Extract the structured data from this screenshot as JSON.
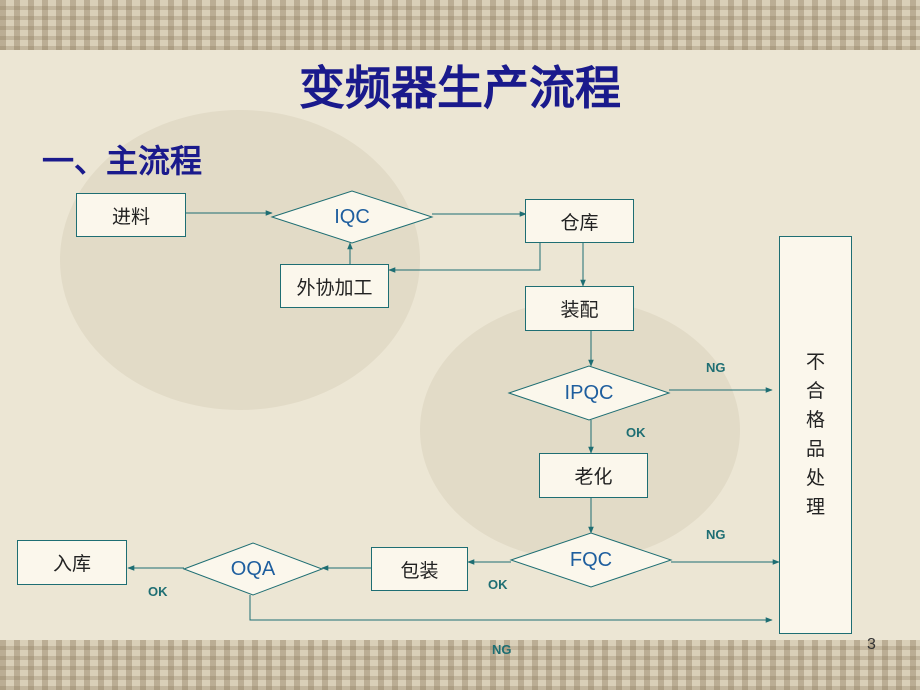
{
  "title": "变频器生产流程",
  "subtitle": "一、主流程",
  "nodes": {
    "incoming": "进料",
    "iqc": "IQC",
    "warehouse": "仓库",
    "outsourcing": "外协加工",
    "assembly": "装配",
    "ipqc": "IPQC",
    "aging": "老化",
    "fqc": "FQC",
    "packaging": "包装",
    "oqa": "OQA",
    "storage": "入库",
    "nonconforming": [
      "不",
      "合",
      "格",
      "品",
      "处",
      "理"
    ]
  },
  "labels": {
    "ng_ipqc": "NG",
    "ok_ipqc": "OK",
    "ng_fqc": "NG",
    "ok_fqc": "OK",
    "ok_oqa": "OK",
    "ng_oqa": "NG"
  },
  "page_number": "3",
  "colors": {
    "title": "#1a1a8c",
    "box_border": "#1e6e73",
    "diamond_text": "#1e5e9e",
    "lines": "#1e6e73"
  }
}
